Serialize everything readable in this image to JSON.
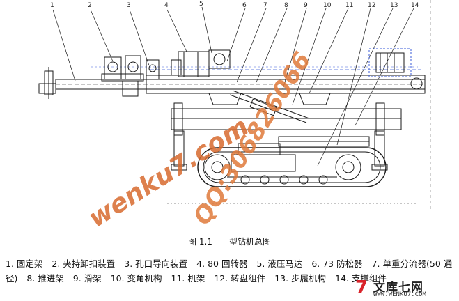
{
  "figure": {
    "callouts": [
      "1",
      "2",
      "3",
      "4",
      "5",
      "6",
      "7",
      "8",
      "9",
      "10",
      "11",
      "12",
      "13",
      "14"
    ]
  },
  "caption": {
    "figure_number": "图 1.1",
    "title": "型钻机总图"
  },
  "legend": [
    "1. 固定架",
    "2. 夹持卸扣装置",
    "3. 孔口导向装置",
    "4. 80 回转器",
    "5. 液压马达",
    "6. 73 防松器",
    "7. 单重分流器(50 通径)",
    "8. 推进架",
    "9. 滑架",
    "10. 变角机构",
    "11. 机架",
    "12. 转盘组件",
    "13. 步履机构",
    "14. 支撑组件"
  ],
  "watermarks": {
    "site": "wenku7.com",
    "qq": "QQ:306826066"
  },
  "brand": {
    "logo": "7",
    "name": "文库七网",
    "url": "WWW.WENKU7.COM"
  },
  "colors": {
    "watermark": "#d86a2e",
    "brand_red": "#d9232a",
    "line": "#1a1a1a",
    "highlight_blue": "#3a5bd9"
  }
}
